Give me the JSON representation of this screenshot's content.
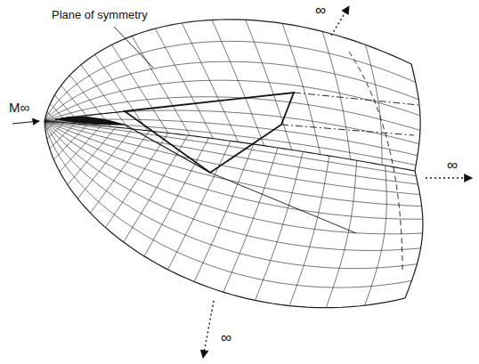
{
  "diagram": {
    "labels": [
      "Plane of symmetry",
      "M∞",
      "∞",
      "∞",
      "∞"
    ]
  }
}
